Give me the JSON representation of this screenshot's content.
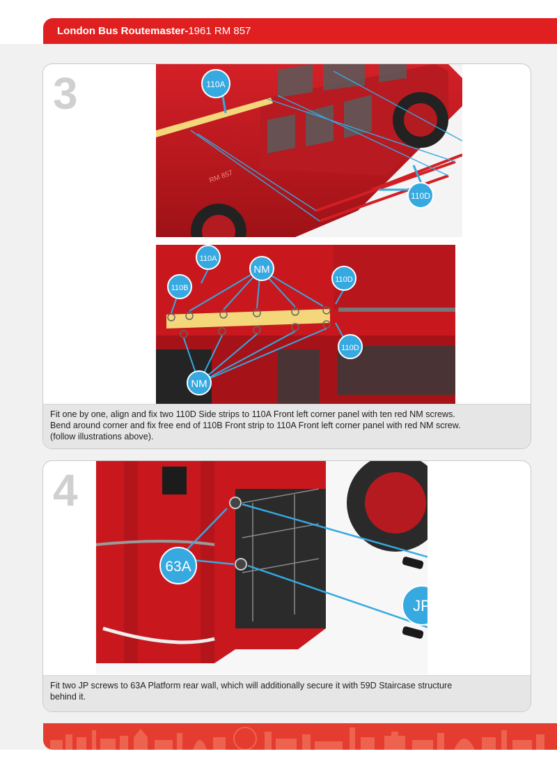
{
  "header": {
    "title_bold": "London Bus Routemaster-",
    "title_rest": "1961 RM 857"
  },
  "steps": [
    {
      "number": "3",
      "callouts_top": [
        "110A",
        "110D"
      ],
      "callouts_bottom": [
        "110A",
        "NM",
        "110B",
        "110D",
        "110D",
        "NM"
      ],
      "vehicle_label": "RM 857",
      "caption": [
        "Fit one by one, align and fix two 110D Side strips to 110A Front left corner panel with ten red NM screws.",
        "Bend around corner and fix free end of 110B Front strip to 110A Front left corner panel with red NM screw.",
        "(follow illustrations above)."
      ]
    },
    {
      "number": "4",
      "callouts": [
        "63A",
        "JP"
      ],
      "caption": [
        "Fit two JP screws to 63A Platform rear wall, which will additionally secure it with 59D Staircase structure",
        "behind it."
      ]
    }
  ],
  "colors": {
    "brand_red": "#e02020",
    "callout_blue": "#36a9e1",
    "bus_red": "#c8181e"
  }
}
